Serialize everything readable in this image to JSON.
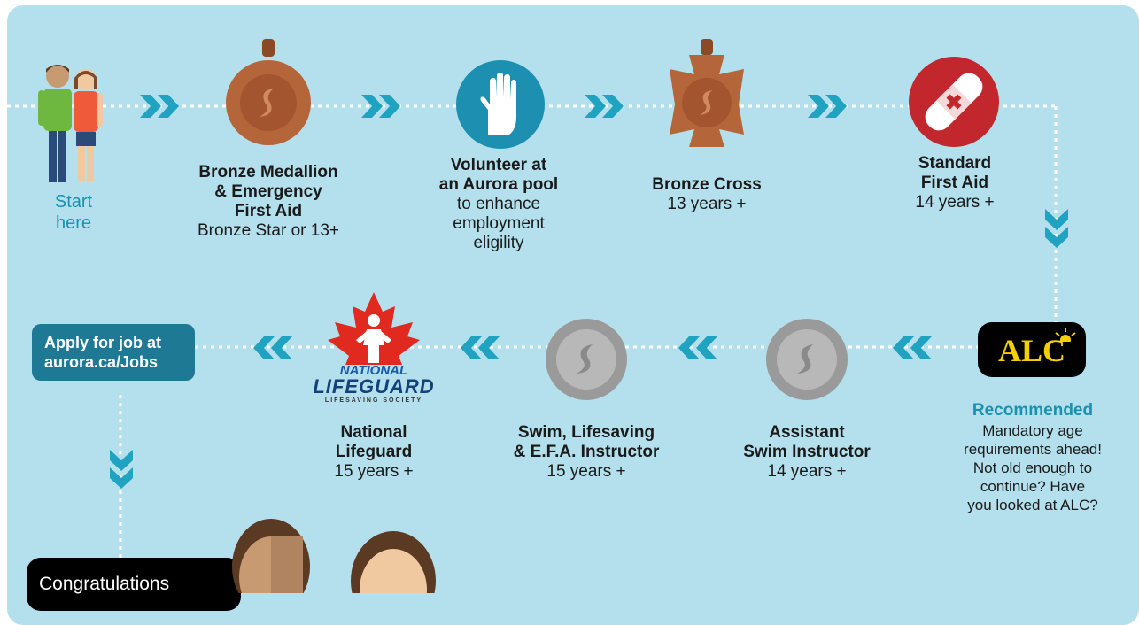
{
  "start": {
    "line1": "Start",
    "line2": "here"
  },
  "steps_top": [
    {
      "name": "Bronze Medallion\n& Emergency\nFirst Aid",
      "lines_bold": [
        "Bronze Medallion",
        "& Emergency",
        "First Aid"
      ],
      "lines": [
        "Bronze Star or 13+"
      ]
    },
    {
      "lines_bold": [
        "Volunteer at",
        "an Aurora pool"
      ],
      "lines": [
        "to enhance",
        "employment",
        "eligility"
      ]
    },
    {
      "lines_bold": [
        "Bronze Cross"
      ],
      "lines": [
        "13 years +"
      ]
    },
    {
      "lines_bold": [
        "Standard",
        "First Aid"
      ],
      "lines": [
        "14 years +"
      ]
    }
  ],
  "alc": {
    "logo_text": "ALC",
    "heading": "Recommended",
    "lines": [
      "Mandatory age",
      "requirements ahead!",
      "Not old enough to",
      "continue? Have",
      "you looked at ALC?"
    ]
  },
  "steps_bottom": [
    {
      "lines_bold": [
        "Assistant",
        "Swim Instructor"
      ],
      "lines": [
        "14 years +"
      ]
    },
    {
      "lines_bold": [
        "Swim, Lifesaving",
        "& E.F.A. Instructor"
      ],
      "lines": [
        "15 years +"
      ]
    },
    {
      "lines_bold": [
        "National",
        "Lifeguard"
      ],
      "lines": [
        "15 years +"
      ]
    }
  ],
  "lifeguard_logo": {
    "line1": "NATIONAL",
    "line2": "LIFEGUARD",
    "line3": "LIFESAVING SOCIETY"
  },
  "apply": {
    "line1": "Apply for job at",
    "line2": "aurora.ca/Jobs"
  },
  "congrats": "Congratulations",
  "colors": {
    "background": "#b3e0ec",
    "teal": "#1fa3c0",
    "bronze": "#b5653a",
    "silver": "#a8a8a8",
    "red": "#c1272d",
    "dark_teal": "#1e7a94"
  },
  "icons": [
    "people-icon",
    "bronze-medallion-icon",
    "raised-hand-icon",
    "bronze-cross-icon",
    "bandage-icon",
    "alc-logo",
    "silver-medal-icon",
    "national-lifeguard-logo",
    "chevron-right-icon",
    "chevron-left-icon",
    "chevron-down-icon"
  ]
}
